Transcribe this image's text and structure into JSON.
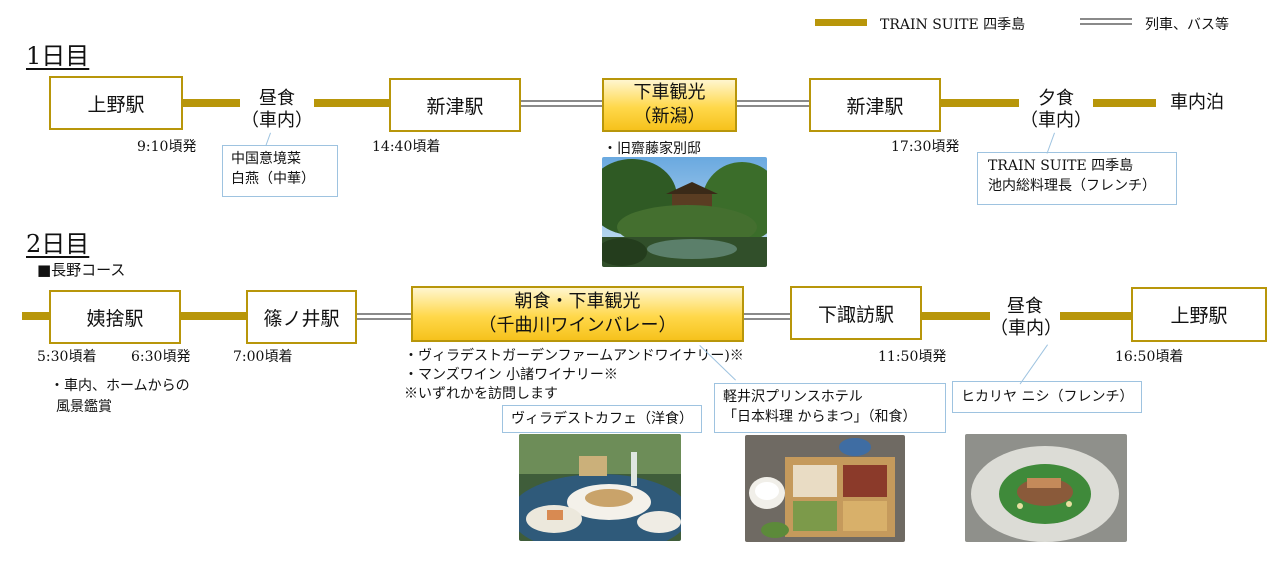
{
  "legend": {
    "train_suite": "TRAIN SUITE 四季島",
    "other": "列車、バス等"
  },
  "day1": {
    "label": "1日目",
    "ueno": "上野駅",
    "lunch": "昼食",
    "lunch_sub": "（車内）",
    "niitsu1": "新津駅",
    "sightseeing": "下車観光",
    "sightseeing_sub": "（新潟）",
    "niitsu2": "新津駅",
    "dinner": "夕食",
    "dinner_sub": "（車内）",
    "overnight": "車内泊",
    "time_depart": "9:10頃発",
    "time_arrive": "14:40頃着",
    "time_depart2": "17:30頃発",
    "lunch_note": [
      "中国意境菜",
      "白燕（中華）"
    ],
    "sight_note": "・旧齋藤家別邸",
    "dinner_note": [
      "TRAIN SUITE 四季島",
      "池内総料理長（フレンチ）"
    ]
  },
  "day2": {
    "label": "2日目",
    "course": "■長野コース",
    "obasute": "姨捨駅",
    "shinonoi": "篠ノ井駅",
    "breakfast": "朝食・下車観光",
    "breakfast_sub": "（千曲川ワインバレー）",
    "shimosuwa": "下諏訪駅",
    "lunch": "昼食",
    "lunch_sub": "（車内）",
    "ueno": "上野駅",
    "t_arrive1": "5:30頃着",
    "t_depart1": "6:30頃発",
    "t_arrive2": "7:00頃着",
    "t_depart2": "11:50頃発",
    "t_arrive3": "16:50頃着",
    "obasute_note": [
      "・車内、ホームからの",
      "風景鑑賞"
    ],
    "wine_note": [
      "・ヴィラデストガーデンファームアンドワイナリー)※",
      "・マンズワイン  小諸ワイナリー※",
      "※いずれかを訪問します"
    ],
    "cafe_note": "ヴィラデストカフェ（洋食）",
    "prince_note": [
      "軽井沢プリンスホテル",
      "「日本料理 からまつ」（和食）"
    ],
    "hikariya_note": "ヒカリヤ ニシ（フレンチ）"
  },
  "colors": {
    "gold": "#b8960a",
    "note_border": "#9ec3e0",
    "highlight": "#ffd84a"
  }
}
